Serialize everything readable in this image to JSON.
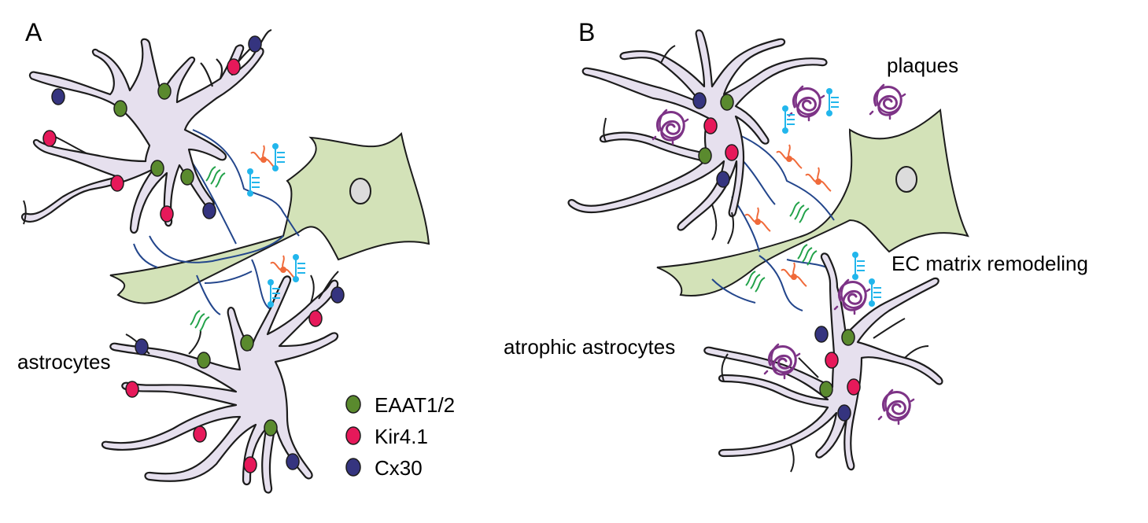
{
  "panels": {
    "a": {
      "letter": "A",
      "cell_label": "astrocytes"
    },
    "b": {
      "letter": "B",
      "cell_label": "atrophic astrocytes",
      "plaques_label": "plaques",
      "ecm_label": "EC matrix remodeling"
    }
  },
  "legend": [
    {
      "label": "EAAT1/2",
      "color": "#5a8a2e"
    },
    {
      "label": "Kir4.1",
      "color": "#e6195a"
    },
    {
      "label": "Cx30",
      "color": "#35347f"
    }
  ],
  "colors": {
    "astrocyte_fill": "#e6e0ee",
    "outline": "#1c1c1c",
    "neuron_fill": "#d3e2b8",
    "nucleus_fill": "#dcdcdc",
    "process_line": "#23468c",
    "receptor": "#f06a3a",
    "channel": "#22b6ec",
    "squiggle": "#22a24a",
    "plaque": "#7d3386"
  },
  "icons": [
    "astrocyte-cell",
    "neuron-cell",
    "amyloid-plaque-icon",
    "orange-receptor-icon",
    "blue-channel-icon",
    "green-squiggle-icon"
  ]
}
